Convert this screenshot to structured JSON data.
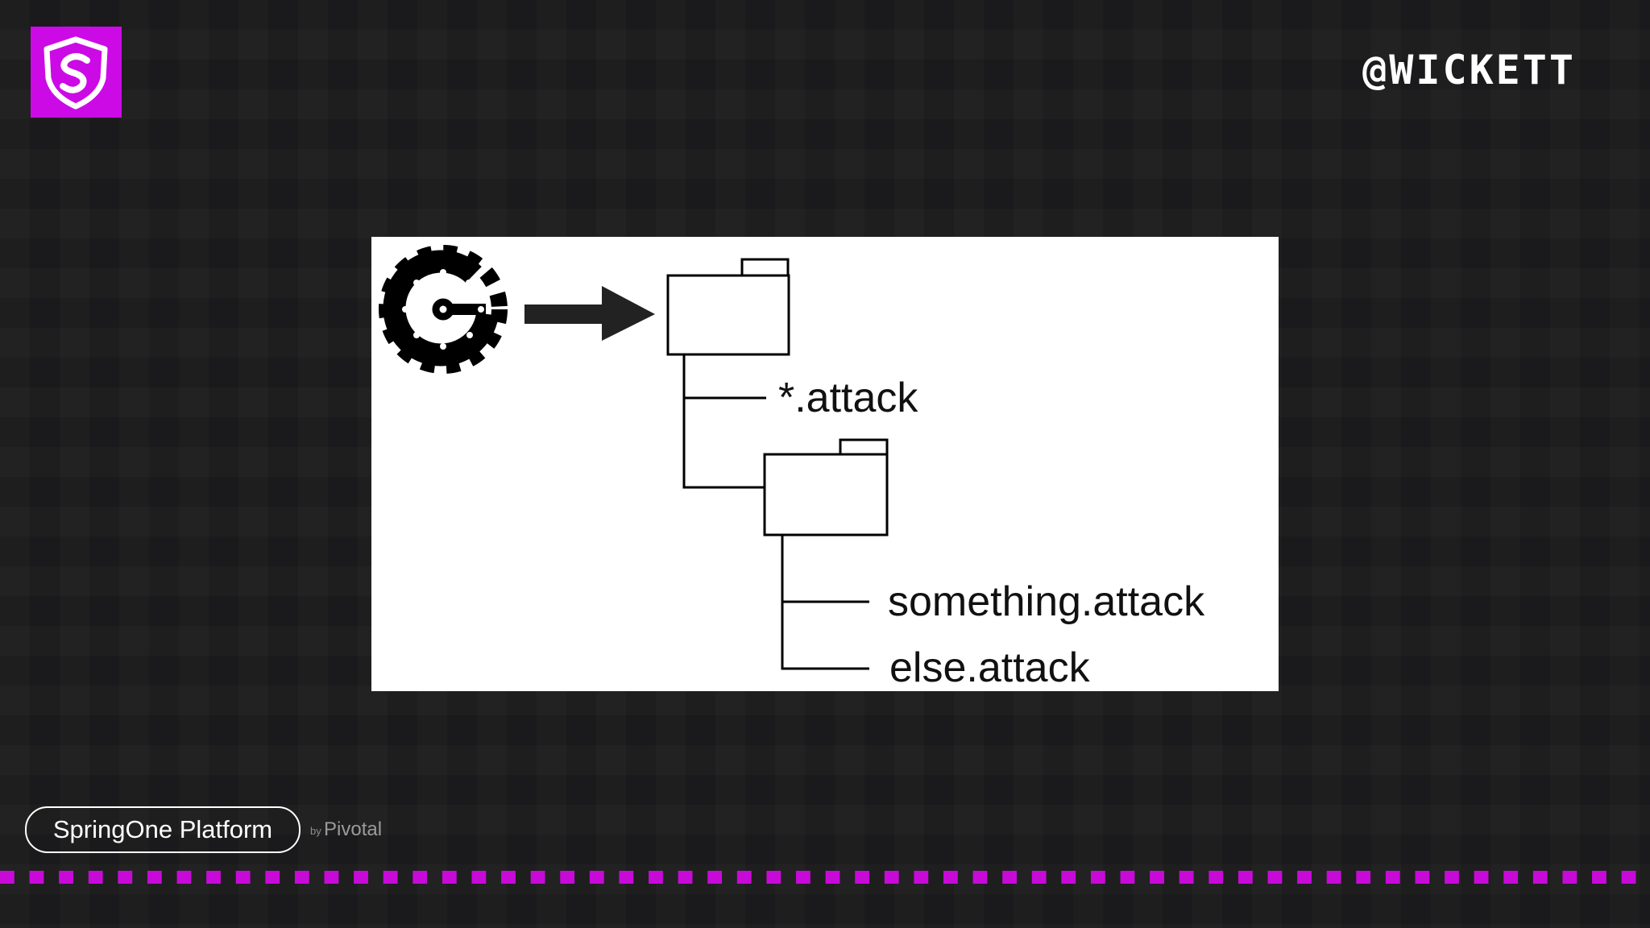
{
  "header": {
    "logo_icon": "shield-s-logo-icon",
    "handle": "@WICKETT"
  },
  "diagram": {
    "gear_icon": "g-gear-logo-icon",
    "arrow_icon": "right-arrow-icon",
    "folder_icon": "folder-icon",
    "labels": {
      "wildcard": "*.attack",
      "something": "something.attack",
      "else": "else.attack"
    }
  },
  "footer": {
    "event_name": "SpringOne Platform",
    "by": "by",
    "organizer": "Pivotal"
  },
  "colors": {
    "background": "#1a191b",
    "accent": "#cc0ae6",
    "text": "#ffffff",
    "panel": "#ffffff"
  }
}
